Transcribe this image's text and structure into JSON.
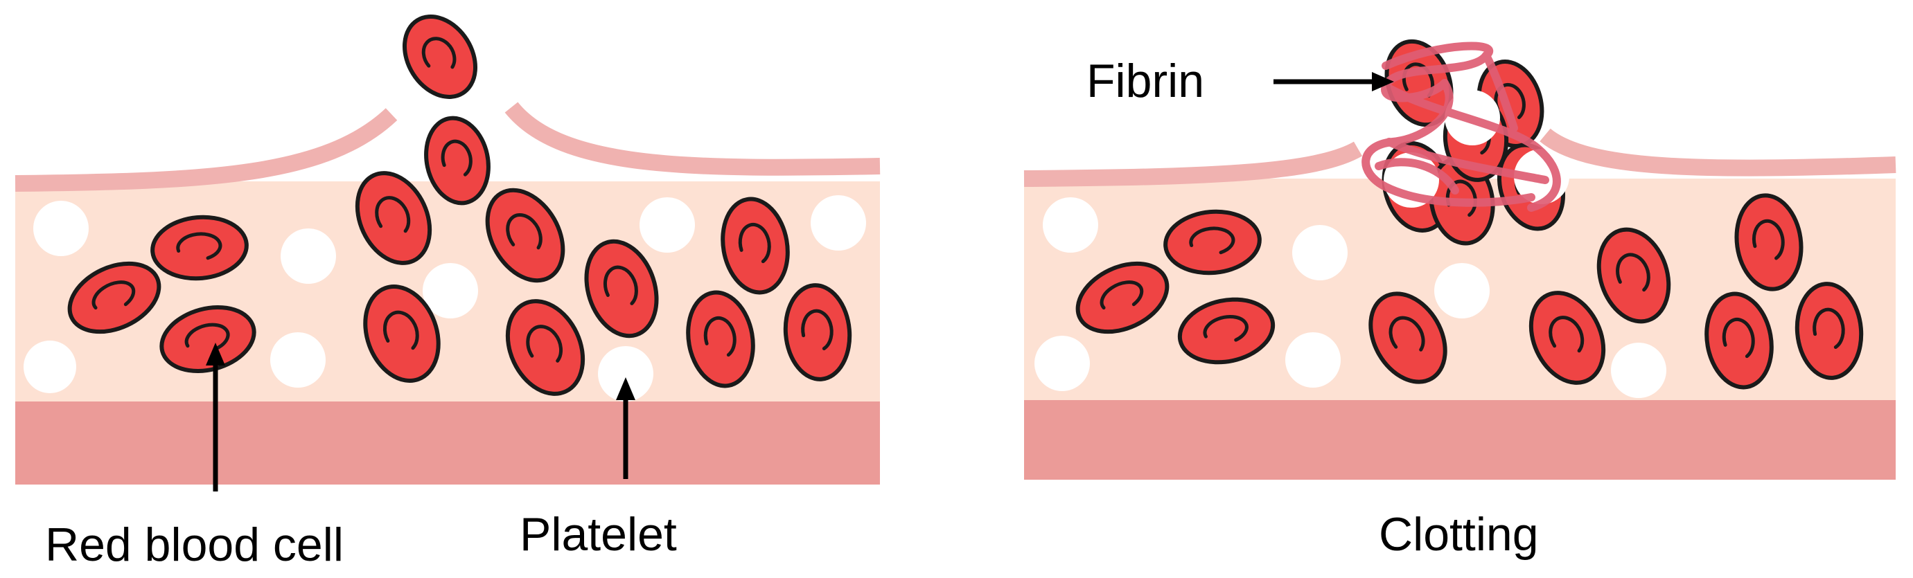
{
  "labels": {
    "red_blood_cell": "Red blood cell",
    "platelet": "Platelet",
    "fibrin": "Fibrin",
    "clotting": "Clotting"
  },
  "colors": {
    "plasma": "#fde1d3",
    "vessel_wall": "#eb9b98",
    "vessel_lining": "#f0b2b0",
    "rbc_fill": "#ef4444",
    "rbc_outline": "#1a1a1a",
    "platelet": "#ffffff",
    "fibrin": "#df5e74"
  }
}
